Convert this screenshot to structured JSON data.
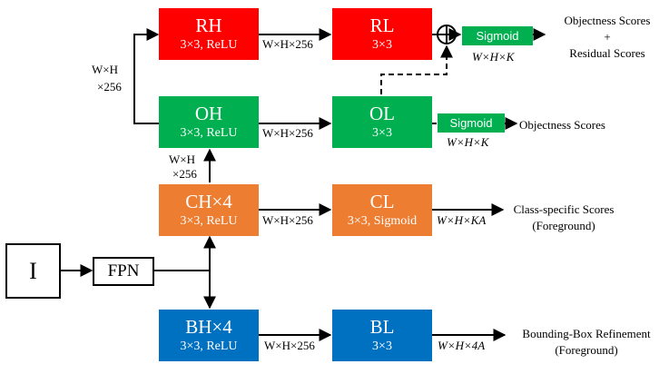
{
  "colors": {
    "red": "#ff0000",
    "green": "#00b050",
    "orange": "#ed7d31",
    "blue": "#0070c0",
    "line": "#000000"
  },
  "input": {
    "label": "I"
  },
  "fpn": {
    "label": "FPN"
  },
  "nodes": {
    "rh": {
      "title": "RH",
      "sub": "3×3, ReLU"
    },
    "rl": {
      "title": "RL",
      "sub": "3×3"
    },
    "oh": {
      "title": "OH",
      "sub": "3×3, ReLU"
    },
    "ol": {
      "title": "OL",
      "sub": "3×3"
    },
    "ch": {
      "title": "CH×4",
      "sub": "3×3, ReLU"
    },
    "cl": {
      "title": "CL",
      "sub": "3×3, Sigmoid"
    },
    "bh": {
      "title": "BH×4",
      "sub": "3×3, ReLU"
    },
    "bl": {
      "title": "BL",
      "sub": "3×3"
    }
  },
  "sigmoid": {
    "top": "Sigmoid",
    "mid": "Sigmoid"
  },
  "plus_symbol": "+",
  "dims": {
    "rh_rl": "W×H×256",
    "oh_ol": "W×H×256",
    "ch_cl": "W×H×256",
    "bh_bl": "W×H×256",
    "sig_top": "W×H×K",
    "sig_mid": "W×H×K",
    "cl_out": "W×H×KA",
    "bl_out": "W×H×4A",
    "split_top_a": "W×H",
    "split_top_b": "×256",
    "ch_oh_a": "W×H",
    "ch_oh_b": "×256"
  },
  "outputs": {
    "top_line1": "Objectness Scores",
    "top_plus": "+",
    "top_line2": "Residual Scores",
    "mid": "Objectness Scores",
    "class_line1": "Class-specific Scores",
    "class_line2": "(Foreground)",
    "bbox_line1": "Bounding-Box Refinement",
    "bbox_line2": "(Foreground)"
  }
}
